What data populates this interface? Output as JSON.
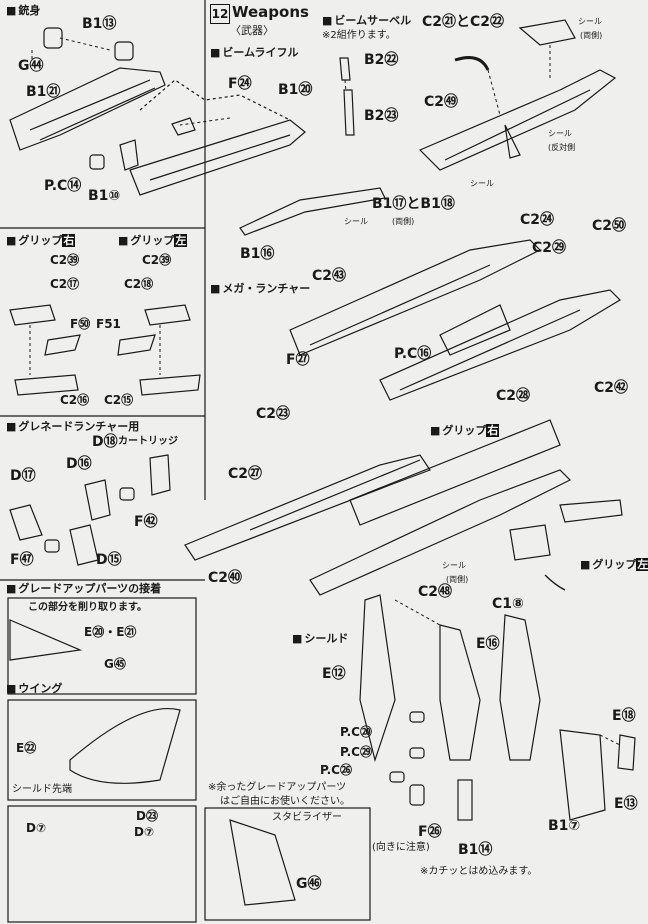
{
  "step": {
    "number": "12",
    "title": "Weapons",
    "subtitle": "〈武器〉"
  },
  "sections": {
    "gun_body": "銃身",
    "beam_rifle": "ビームライフル",
    "beam_saber": "ビームサーベル",
    "grip_right": "グリップ",
    "grip_left": "グリップ",
    "mega_launcher": "メガ・ランチャー",
    "grenade": "グレネードランチャー用",
    "cartridge": "カートリッジ",
    "gradeup": "グレードアップパーツの接着",
    "wing": "ウイング",
    "shield": "シールド",
    "grip_right2": "グリップ",
    "grip_left2": "グリップ",
    "right_kanji": "右",
    "left_kanji": "左"
  },
  "notes": {
    "two_sets": "※2組作ります。",
    "cut_part": "この部分を削り取ります。",
    "leftover1": "※余ったグレードアップパーツ",
    "leftover2": "はご自由にお使いください。",
    "stabilizer": "スタビライザー",
    "shield_tip": "シールド先端",
    "orientation": "(向きに注意)",
    "snap": "※カチッとはめ込みます。",
    "seal_both": "(両側)",
    "seal_opposite": "(反対側",
    "seal": "シール"
  },
  "parts": {
    "B1_13": "B1⑬",
    "G44": "G㊹",
    "B1_21": "B1㉑",
    "PC14": "P.C⑭",
    "B1_10": "B1⑩",
    "F24": "F㉔",
    "B1_20": "B1⑳",
    "B2_22": "B2㉒",
    "B2_23": "B2㉓",
    "C2_21_22": "C2㉑とC2㉒",
    "C2_49": "C2㊾",
    "B1_17_18": "B1⑰とB1⑱",
    "B1_16": "B1⑯",
    "C2_39a": "C2㊴",
    "C2_17": "C2⑰",
    "F50": "F㊿",
    "C2_16": "C2⑯",
    "C2_39b": "C2㊴",
    "C2_18": "C2⑱",
    "F51": "F51",
    "C2_15": "C2⑮",
    "C2_24": "C2㉔",
    "C2_50": "C2㊿",
    "C2_29": "C2㉙",
    "C2_43": "C2㊸",
    "F27": "F㉗",
    "PC16": "P.C⑯",
    "C2_42": "C2㊷",
    "C2_28": "C2㉘",
    "D18": "D⑱",
    "D17": "D⑰",
    "D16": "D⑯",
    "F42": "F㊷",
    "F47": "F㊼",
    "D15": "D⑮",
    "C2_23": "C2㉓",
    "C2_27": "C2㉗",
    "C2_40": "C2㊵",
    "C2_48": "C2㊽",
    "C1_8": "C1⑧",
    "E20_21": "E⑳・E㉑",
    "G45": "G㊺",
    "E22": "E㉒",
    "D7a": "D⑦",
    "D23": "D㉓",
    "D7b": "D⑦",
    "E12": "E⑫",
    "E16": "E⑯",
    "PC20": "P.C⑳",
    "PC29": "P.C㉙",
    "PC26": "P.C㉖",
    "F26": "F㉖",
    "B1_14": "B1⑭",
    "B1_7": "B1⑦",
    "E18": "E⑱",
    "E13": "E⑬",
    "G46": "G㊻"
  }
}
